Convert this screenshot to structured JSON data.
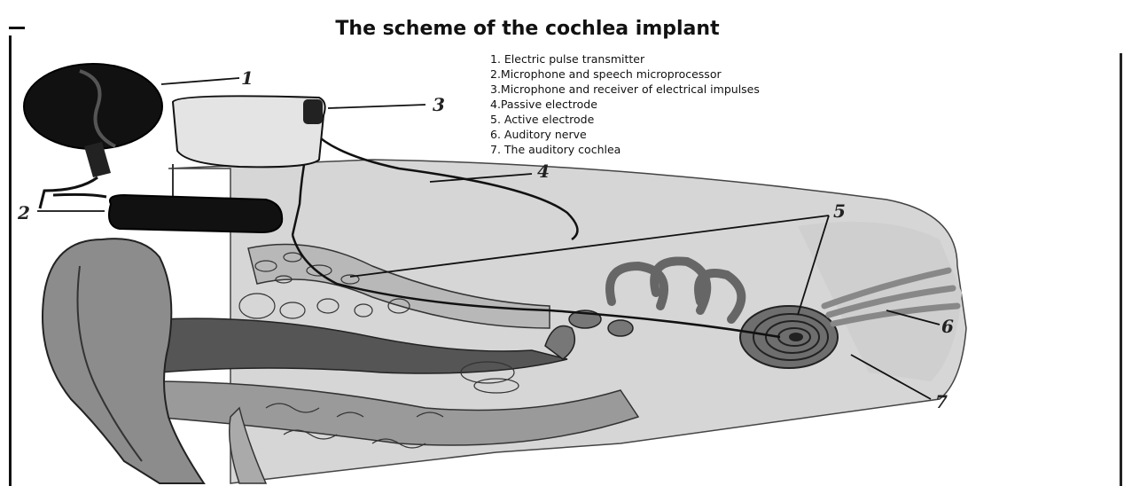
{
  "title": "The scheme of the cochlea implant",
  "legend": [
    "1. Electric pulse transmitter",
    "2.Microphone and speech microprocessor",
    "3.Microphone and receiver of electrical impulses",
    "4.Passive electrode",
    "5. Active electrode",
    "6. Auditory nerve",
    "7. The auditory cochlea"
  ],
  "callouts": [
    "1",
    "2",
    "3",
    "4",
    "5",
    "6",
    "7"
  ]
}
